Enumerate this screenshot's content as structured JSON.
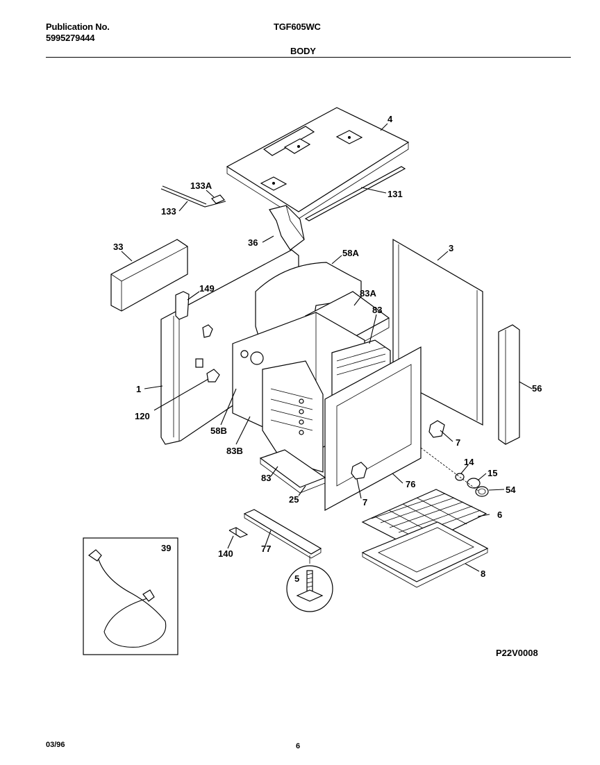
{
  "header": {
    "publication_label": "Publication No.",
    "publication_number": "5995279444",
    "model": "TGF605WC",
    "section": "BODY"
  },
  "diagram_code": "P22V0008",
  "footer": {
    "date": "03/96",
    "page": "6"
  },
  "callouts": {
    "c4": "4",
    "c131": "131",
    "c133a": "133A",
    "c133": "133",
    "c36": "36",
    "c33": "33",
    "c58a": "58A",
    "c3": "3",
    "c149": "149",
    "c83a": "83A",
    "c83_top": "83",
    "c1": "1",
    "c56": "56",
    "c120": "120",
    "c58b": "58B",
    "c7_top": "7",
    "c83b": "83B",
    "c83_bottom": "83",
    "c14": "14",
    "c15": "15",
    "c76": "76",
    "c54": "54",
    "c25": "25",
    "c7_bottom": "7",
    "c6": "6",
    "c39": "39",
    "c140": "140",
    "c77": "77",
    "c5": "5",
    "c8": "8"
  }
}
